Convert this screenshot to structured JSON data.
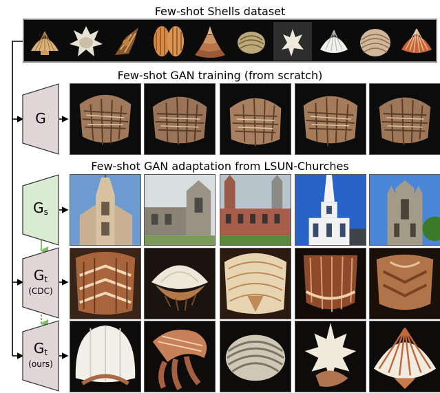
{
  "titles": {
    "dataset": "Few-shot Shells dataset",
    "scratch": "Few-shot GAN training (from scratch)",
    "adaptation": "Few-shot GAN adaptation from LSUN-Churches"
  },
  "generators": {
    "g": {
      "letter": "G",
      "sub": "",
      "note": "",
      "fill": "#e0d6d8"
    },
    "gs": {
      "letter": "G",
      "sub": "s",
      "note": "",
      "fill": "#d9ecd3"
    },
    "gt_cdc": {
      "letter": "G",
      "sub": "t",
      "note": "(CDC)",
      "fill": "#e0d6d8"
    },
    "gt_ours": {
      "letter": "G",
      "sub": "t",
      "note": "(ours)",
      "fill": "#e0d6d8"
    }
  },
  "dataset_images": [
    "scallop-shell",
    "spiky-murex-shell",
    "spindle-shell",
    "split-clam-halves",
    "coiled-turret-shell",
    "ribbed-clam-shell",
    "white-spiny-shell",
    "white-cockle-shell",
    "banded-venus-shell",
    "red-scallop-shell"
  ],
  "rows": {
    "scratch": [
      "distorted-shell-sample",
      "distorted-shell-sample",
      "distorted-shell-sample",
      "distorted-shell-sample",
      "distorted-shell-sample"
    ],
    "source": [
      "church-tower-photo",
      "stone-church-photo",
      "brick-church-photo",
      "white-steeple-church-photo",
      "gothic-tower-photo"
    ],
    "cdc": [
      "chevron-shell-sample",
      "white-brown-shell-sample",
      "cream-shell-sample",
      "brown-shell-sample",
      "patterned-shell-sample"
    ],
    "ours": [
      "white-clam-sample",
      "conch-sample",
      "ribbed-shell-sample",
      "spiky-shell-sample",
      "scallop-sample"
    ]
  },
  "colors": {
    "source_fill": "#d9ecd3",
    "target_fill": "#e0d6d8",
    "arrow_green": "#7fbf6a",
    "line": "#000000"
  }
}
